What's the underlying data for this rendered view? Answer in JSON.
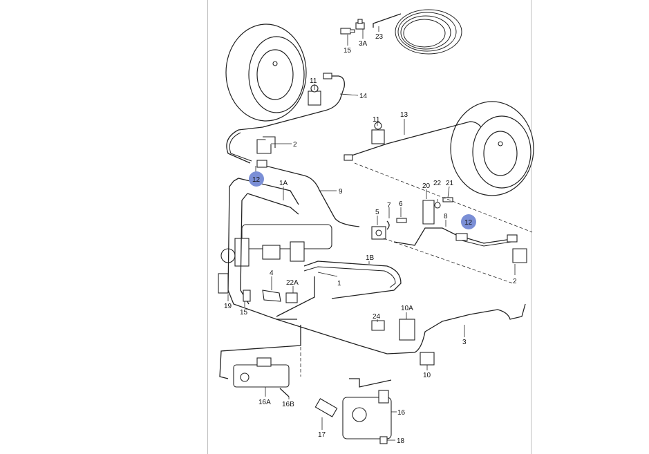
{
  "labels": {
    "p15_top": "15",
    "p3a": "3A",
    "p23": "23",
    "p11_left": "11",
    "p14": "14",
    "p11_right": "11",
    "p13": "13",
    "p2_top": "2",
    "p12_left": "12",
    "p1a": "1A",
    "p9": "9",
    "p20": "20",
    "p22": "22",
    "p21": "21",
    "p7": "7",
    "p6": "6",
    "p5": "5",
    "p8": "8",
    "p12_right": "12",
    "p2_right": "2",
    "p1b": "1B",
    "p4": "4",
    "p22a": "22A",
    "p1": "1",
    "p19": "19",
    "p15_mid": "15",
    "p24": "24",
    "p10a": "10A",
    "p3": "3",
    "p10": "10",
    "p16a": "16A",
    "p16b": "16B",
    "p16": "16",
    "p17": "17",
    "p18": "18"
  },
  "highlight_color": "#7b8fd6"
}
